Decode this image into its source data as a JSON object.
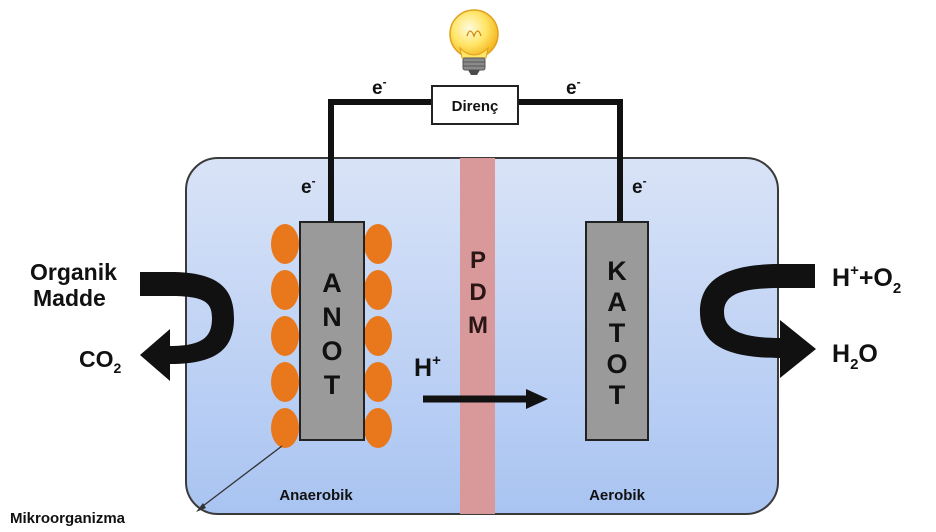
{
  "circuit": {
    "resistor_label": "Direnç",
    "electron_label": "e",
    "electron_sup": "-"
  },
  "anode": {
    "letters": [
      "A",
      "N",
      "O",
      "T"
    ],
    "zone_label": "Anaerobik"
  },
  "cathode": {
    "letters": [
      "K",
      "A",
      "T",
      "O",
      "T"
    ],
    "zone_label": "Aerobik"
  },
  "membrane": {
    "letters": [
      "P",
      "D",
      "M"
    ]
  },
  "proton": {
    "base": "H",
    "sup": "+"
  },
  "inputs_left": {
    "line1": "Organik",
    "line2": "Madde",
    "output_base": "CO",
    "output_sub": "2"
  },
  "inputs_right": {
    "input_h": "H",
    "input_plus": "+",
    "input_rest": "+O",
    "input_sub": "2",
    "output_h": "H",
    "output_sub": "2",
    "output_o": "O"
  },
  "microorganism_label": "Mikroorganizma",
  "colors": {
    "chamber_top": "#d9e3f7",
    "chamber_bottom": "#a9c3f1",
    "electrode": "#9a9a9a",
    "microbe": "#e9781c",
    "membrane": "#d9999a",
    "wire": "#111111"
  }
}
